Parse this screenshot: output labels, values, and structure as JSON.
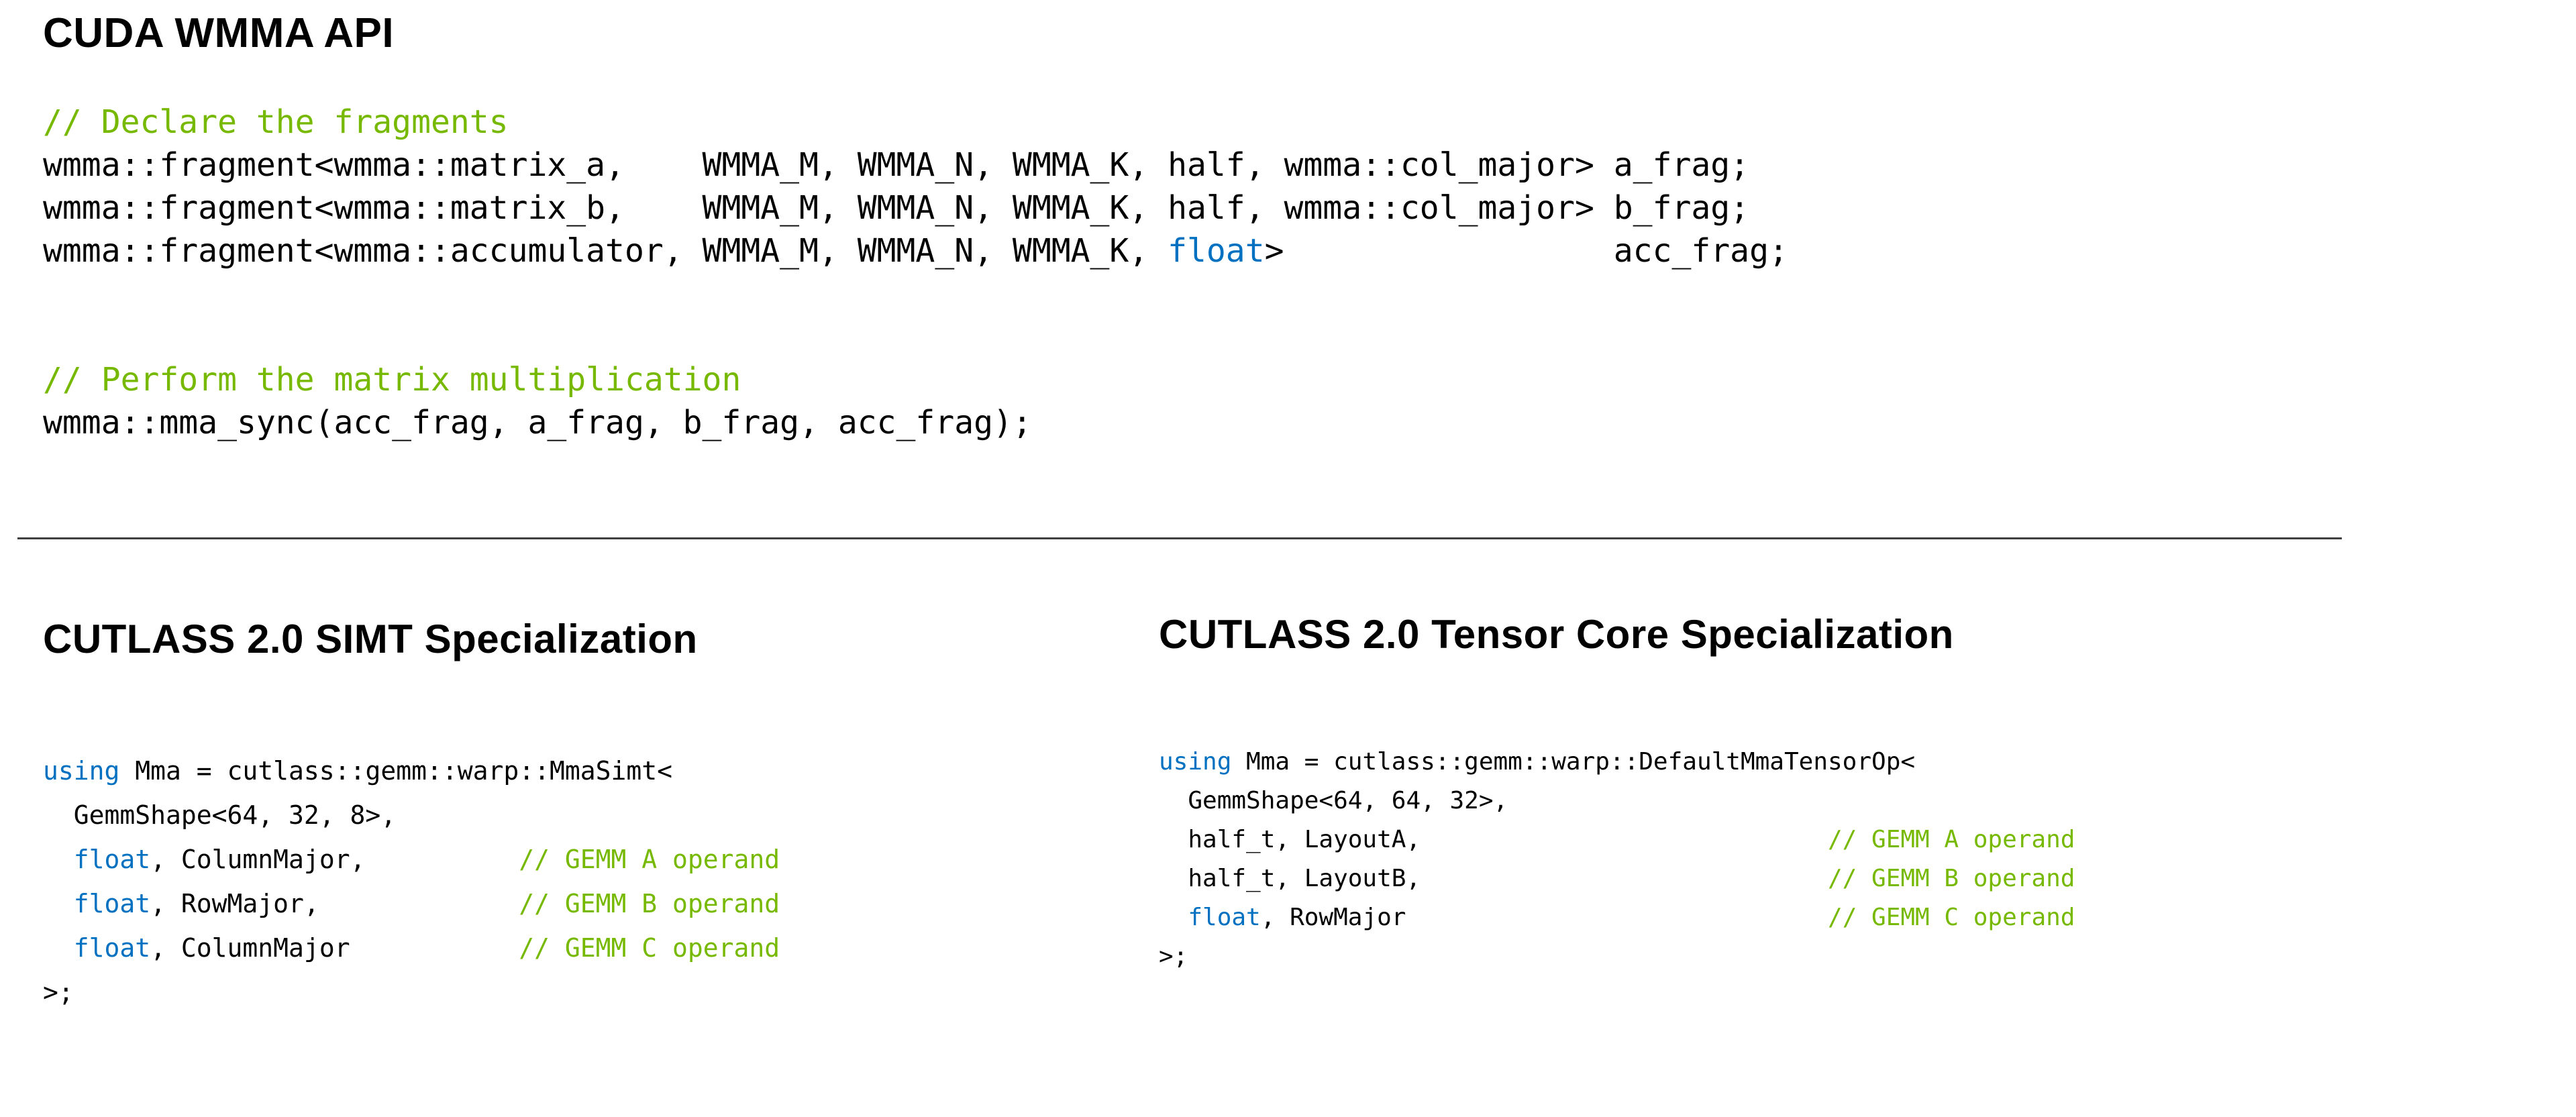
{
  "colors": {
    "comment": "#76b900",
    "keyword": "#0070c0",
    "text": "#000000",
    "divider": "#404040",
    "background": "#ffffff"
  },
  "sections": {
    "wmma": {
      "title": "CUDA WMMA API",
      "code": [
        [
          {
            "t": "// Declare the fragments",
            "c": "comment"
          }
        ],
        [
          {
            "t": "wmma::fragment<wmma::matrix_a,    WMMA_M, WMMA_N, WMMA_K, half, wmma::col_major> a_frag;",
            "c": "plain"
          }
        ],
        [
          {
            "t": "wmma::fragment<wmma::matrix_b,    WMMA_M, WMMA_N, WMMA_K, half, wmma::col_major> b_frag;",
            "c": "plain"
          }
        ],
        [
          {
            "t": "wmma::fragment<wmma::accumulator, WMMA_M, WMMA_N, WMMA_K, ",
            "c": "plain"
          },
          {
            "t": "float",
            "c": "keyword"
          },
          {
            "t": ">                 acc_frag;",
            "c": "plain"
          }
        ],
        [],
        [],
        [
          {
            "t": "// Perform the matrix multiplication",
            "c": "comment"
          }
        ],
        [
          {
            "t": "wmma::mma_sync(acc_frag, a_frag, b_frag, acc_frag);",
            "c": "plain"
          }
        ]
      ]
    },
    "simt": {
      "title": "CUTLASS 2.0 SIMT Specialization",
      "code": [
        [
          {
            "t": "using",
            "c": "keyword"
          },
          {
            "t": " Mma = cutlass::gemm::warp::MmaSimt<",
            "c": "plain"
          }
        ],
        [
          {
            "t": "  GemmShape<64, 32, 8>,",
            "c": "plain"
          }
        ],
        [
          {
            "t": "  ",
            "c": "plain"
          },
          {
            "t": "float",
            "c": "keyword"
          },
          {
            "t": ", ColumnMajor,          ",
            "c": "plain"
          },
          {
            "t": "// GEMM A operand",
            "c": "comment"
          }
        ],
        [
          {
            "t": "  ",
            "c": "plain"
          },
          {
            "t": "float",
            "c": "keyword"
          },
          {
            "t": ", RowMajor,             ",
            "c": "plain"
          },
          {
            "t": "// GEMM B operand",
            "c": "comment"
          }
        ],
        [
          {
            "t": "  ",
            "c": "plain"
          },
          {
            "t": "float",
            "c": "keyword"
          },
          {
            "t": ", ColumnMajor           ",
            "c": "plain"
          },
          {
            "t": "// GEMM C operand",
            "c": "comment"
          }
        ],
        [
          {
            "t": ">;",
            "c": "plain"
          }
        ]
      ]
    },
    "tensor": {
      "title": "CUTLASS 2.0 Tensor Core Specialization",
      "code": [
        [
          {
            "t": "using",
            "c": "keyword"
          },
          {
            "t": " Mma = cutlass::gemm::warp::DefaultMmaTensorOp<",
            "c": "plain"
          }
        ],
        [
          {
            "t": "  GemmShape<64, 64, 32>,",
            "c": "plain"
          }
        ],
        [
          {
            "t": "  half_t, LayoutA,                            ",
            "c": "plain"
          },
          {
            "t": "// GEMM A operand",
            "c": "comment"
          }
        ],
        [
          {
            "t": "  half_t, LayoutB,                            ",
            "c": "plain"
          },
          {
            "t": "// GEMM B operand",
            "c": "comment"
          }
        ],
        [
          {
            "t": "  ",
            "c": "plain"
          },
          {
            "t": "float",
            "c": "keyword"
          },
          {
            "t": ", RowMajor                             ",
            "c": "plain"
          },
          {
            "t": "// GEMM C operand",
            "c": "comment"
          }
        ],
        [
          {
            "t": ">;",
            "c": "plain"
          }
        ]
      ]
    }
  }
}
